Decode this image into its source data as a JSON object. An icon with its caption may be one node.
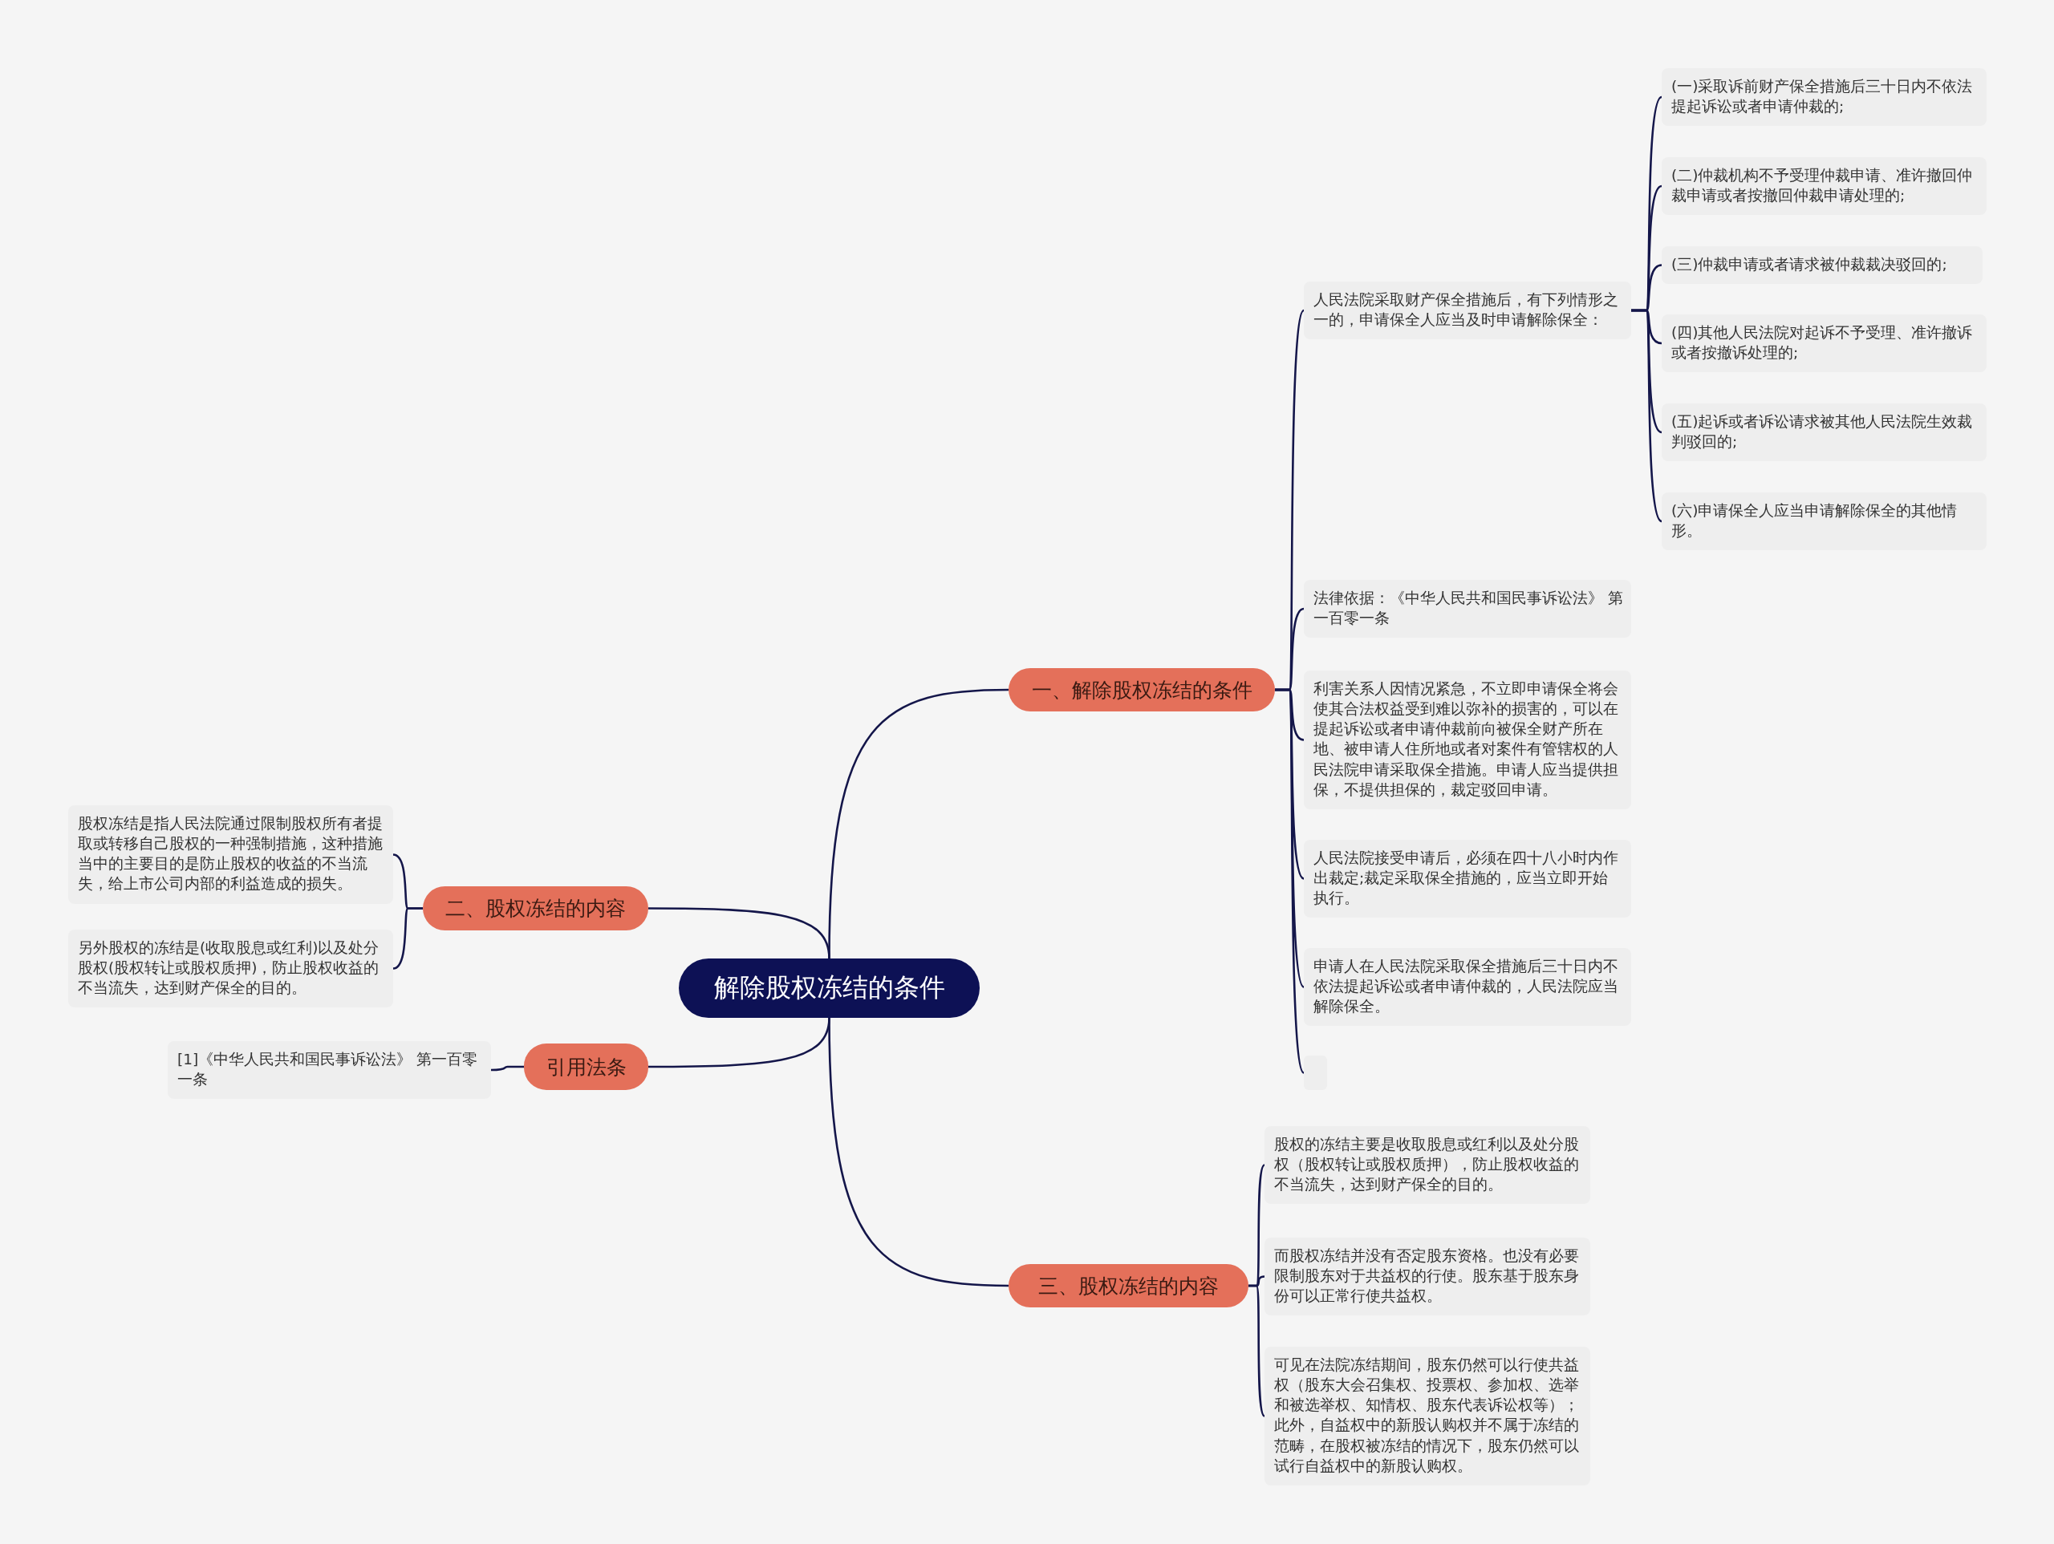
{
  "diagram": {
    "nodes": [
      {
        "text": [
          "解除股权冻结的条件"
        ]
      },
      {
        "text": [
          "一、解除股权冻结的条件"
        ]
      },
      {
        "text": [
          "人民法院采取财产保全措施后，有下列情形之一的，申请保全人应当及时申请解除保全："
        ]
      },
      {
        "text": [
          "(一)采取诉前财产保全措施后三十日内不依法提起诉讼或者申请仲裁的;"
        ]
      },
      {
        "text": [
          "(二)仲裁机构不予受理仲裁申请、准许撤回仲裁申请或者按撤回仲裁申请处理的;"
        ]
      },
      {
        "text": [
          "(三)仲裁申请或者请求被仲裁裁决驳回的;"
        ]
      },
      {
        "text": [
          "(四)其他人民法院对起诉不予受理、准许撤诉或者按撤诉处理的;"
        ]
      },
      {
        "text": [
          "(五)起诉或者诉讼请求被其他人民法院生效裁判驳回的;"
        ]
      },
      {
        "text": [
          "(六)申请保全人应当申请解除保全的其他情形。"
        ]
      },
      {
        "text": [
          "法律依据：《中华人民共和国民事诉讼法》 第一百零一条"
        ]
      },
      {
        "text": [
          "利害关系人因情况紧急，不立即申请保全将会使其合法权益受到难以弥补的损害的，可以在提起诉讼或者申请仲裁前向被保全财产所在地、被申请人住所地或者对案件有管辖权的人民法院申请采取保全措施。申请人应当提供担保，不提供担保的，裁定驳回申请。"
        ]
      },
      {
        "text": [
          "人民法院接受申请后，必须在四十八小时内作出裁定;裁定采取保全措施的，应当立即开始执行。"
        ]
      },
      {
        "text": [
          "申请人在人民法院采取保全措施后三十日内不依法提起诉讼或者申请仲裁的，人民法院应当解除保全。"
        ]
      },
      {
        "text": [],
        "shape": "box"
      },
      {
        "text": [
          "二、股权冻结的内容"
        ]
      },
      {
        "text": [
          "股权冻结是指人民法院通过限制股权所有者提取或转移自己股权的一种强制措施，这种措施当中的主要目的是防止股权的收益的不当流失，给上市公司内部的利益造成的损失。"
        ]
      },
      {
        "text": [
          "另外股权的冻结是(收取股息或红利)以及处分股权(股权转让或股权质押)，防止股权收益的不当流失，达到财产保全的目的。"
        ]
      },
      {
        "text": [
          "引用法条"
        ]
      },
      {
        "text": [
          "[1]《中华人民共和国民事诉讼法》 第一百零一条"
        ]
      },
      {
        "text": [
          "三、股权冻结的内容"
        ]
      },
      {
        "text": [
          "股权的冻结主要是收取股息或红利以及处分股权（股权转让或股权质押），防止股权收益的不当流失，达到财产保全的目的。"
        ]
      },
      {
        "text": [
          "而股权冻结并没有否定股东资格。也没有必要限制股东对于共益权的行使。股东基于股东身份可以正常行使共益权。"
        ]
      },
      {
        "text": [
          "可见在法院冻结期间，股东仍然可以行使共益权（股东大会召集权、投票权、参加权、选举和被选举权、知情权、股东代表诉讼权等）；此外，自益权中的新股认购权并不属于冻结的范畴，在股权被冻结的情况下，股东仍然可以试行自益权中的新股认购权。"
        ]
      }
    ],
    "edges": [
      {
        "from": 0,
        "to": 1,
        "arrow": "none"
      },
      {
        "from": 1,
        "to": 2,
        "arrow": "none"
      },
      {
        "from": 2,
        "to": 3,
        "arrow": "none"
      },
      {
        "from": 2,
        "to": 4,
        "arrow": "none"
      },
      {
        "from": 2,
        "to": 5,
        "arrow": "none"
      },
      {
        "from": 2,
        "to": 6,
        "arrow": "none"
      },
      {
        "from": 2,
        "to": 7,
        "arrow": "none"
      },
      {
        "from": 2,
        "to": 8,
        "arrow": "none"
      },
      {
        "from": 1,
        "to": 9,
        "arrow": "none"
      },
      {
        "from": 1,
        "to": 10,
        "arrow": "none"
      },
      {
        "from": 1,
        "to": 11,
        "arrow": "none"
      },
      {
        "from": 1,
        "to": 12,
        "arrow": "none"
      },
      {
        "from": 1,
        "to": 13,
        "arrow": "none"
      },
      {
        "from": 0,
        "to": 14,
        "arrow": "none"
      },
      {
        "from": 14,
        "to": 15,
        "arrow": "none"
      },
      {
        "from": 14,
        "to": 16,
        "arrow": "none"
      },
      {
        "from": 0,
        "to": 17,
        "arrow": "none"
      },
      {
        "from": 17,
        "to": 18,
        "arrow": "none"
      },
      {
        "from": 0,
        "to": 19,
        "arrow": "none"
      },
      {
        "from": 19,
        "to": 20,
        "arrow": "none"
      },
      {
        "from": 19,
        "to": 21,
        "arrow": "none"
      },
      {
        "from": 19,
        "to": 22,
        "arrow": "none"
      }
    ]
  }
}
